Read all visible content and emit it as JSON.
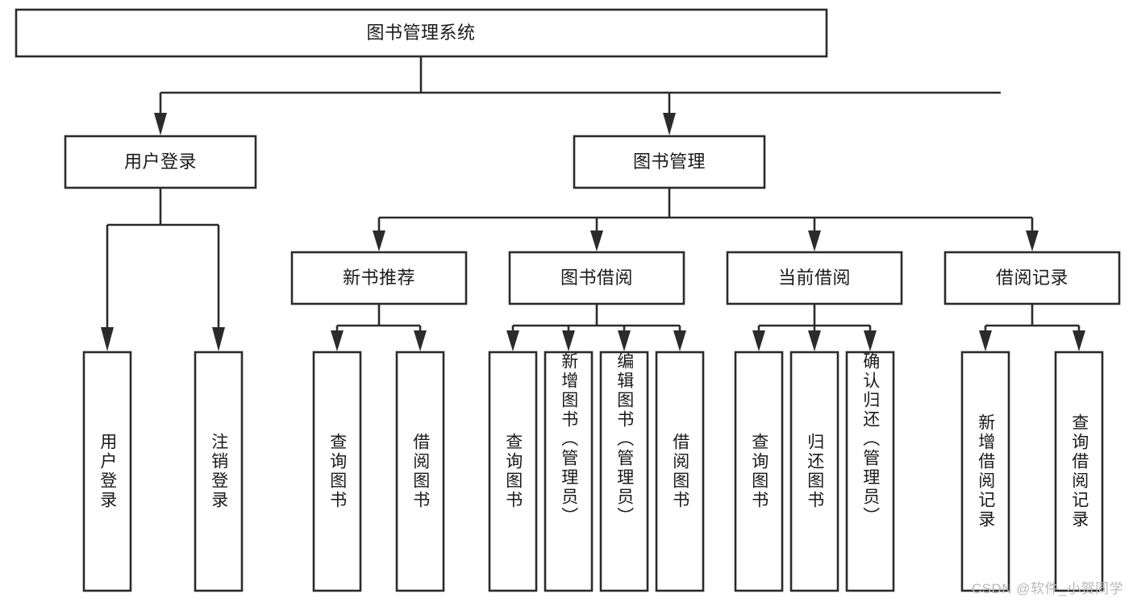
{
  "diagram": {
    "type": "tree",
    "title": "图书管理系统",
    "watermark": "CSDN @软件_小贺同学",
    "colors": {
      "box_stroke": "#2b2b2b",
      "box_fill": "#ffffff",
      "text": "#1a1a1a",
      "background": "#ffffff",
      "watermark": "#b9b9b9"
    },
    "levels": {
      "root": {
        "label": "图书管理系统"
      },
      "level2": [
        {
          "label": "用户登录"
        },
        {
          "label": "图书管理"
        }
      ],
      "level3": [
        {
          "label": "新书推荐"
        },
        {
          "label": "图书借阅"
        },
        {
          "label": "当前借阅"
        },
        {
          "label": "借阅记录"
        }
      ]
    },
    "leaves": {
      "user_login": [
        {
          "label": "用户登录"
        },
        {
          "label": "注销登录"
        }
      ],
      "new_book_recommend": [
        {
          "label": "查询图书"
        },
        {
          "label": "借阅图书"
        }
      ],
      "book_borrow": [
        {
          "label": "查询图书"
        },
        {
          "label": "新增图书（管理员）"
        },
        {
          "label": "编辑图书（管理员）"
        },
        {
          "label": "借阅图书"
        }
      ],
      "current_borrow": [
        {
          "label": "查询图书"
        },
        {
          "label": "归还图书"
        },
        {
          "label": "确认归还（管理员）"
        }
      ],
      "borrow_record": [
        {
          "label": "新增借阅记录"
        },
        {
          "label": "查询借阅记录"
        }
      ]
    }
  }
}
